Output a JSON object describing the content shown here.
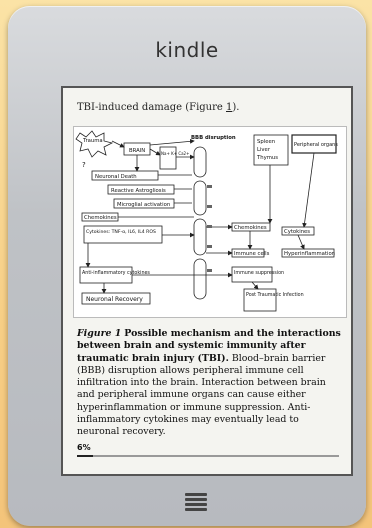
{
  "device": {
    "brand": "kindle",
    "menu_icon": "hamburger-menu-icon"
  },
  "page": {
    "intro_prefix": "TBI-induced damage (Figure ",
    "intro_link": "1",
    "intro_suffix": ").",
    "figure": {
      "labels": {
        "trauma": "Trauma",
        "brain": "BRAIN",
        "bbb": "BBB disruption",
        "spleen": "Spleen",
        "liver": "Liver",
        "thymus": "Thymus",
        "peripheral": "Peripheral organs",
        "ions": "Na+ K+ Ca2+",
        "neuronal_death": "Neuronal Death",
        "astrogliosis": "Reactive Astrogliosis",
        "microglial": "Microglial activation",
        "chemokines_left": "Chemokines",
        "cytokines_left": "Cytokines: TNF-α, IL6, IL4 ROS",
        "chemokines_right": "Chemokines",
        "cytokines_right": "Cytokines",
        "immune_cells": "Immune cells",
        "hyperinflammation": "Hyperinflammation",
        "anti_inflammatory": "Anti-inflammatory cytokines",
        "immune_suppression": "Immune suppression",
        "post_traumatic": "Post Traumatic Infection",
        "neuronal_recovery": "Neuronal Recovery",
        "question": "?"
      }
    },
    "caption": {
      "label": "Figure 1",
      "title": "Possible mechanism and the interactions between brain and systemic immunity after traumatic brain injury (TBI).",
      "body": "Blood–brain barrier (BBB) disruption allows peripheral immune cell infiltration into the brain. Interaction between brain and peripheral immune organs can cause either hyperinflammation or immune suppression. Anti-inflammatory cytokines may eventually lead to neuronal recovery."
    },
    "progress_label": "6%",
    "progress_value": 0.06
  }
}
